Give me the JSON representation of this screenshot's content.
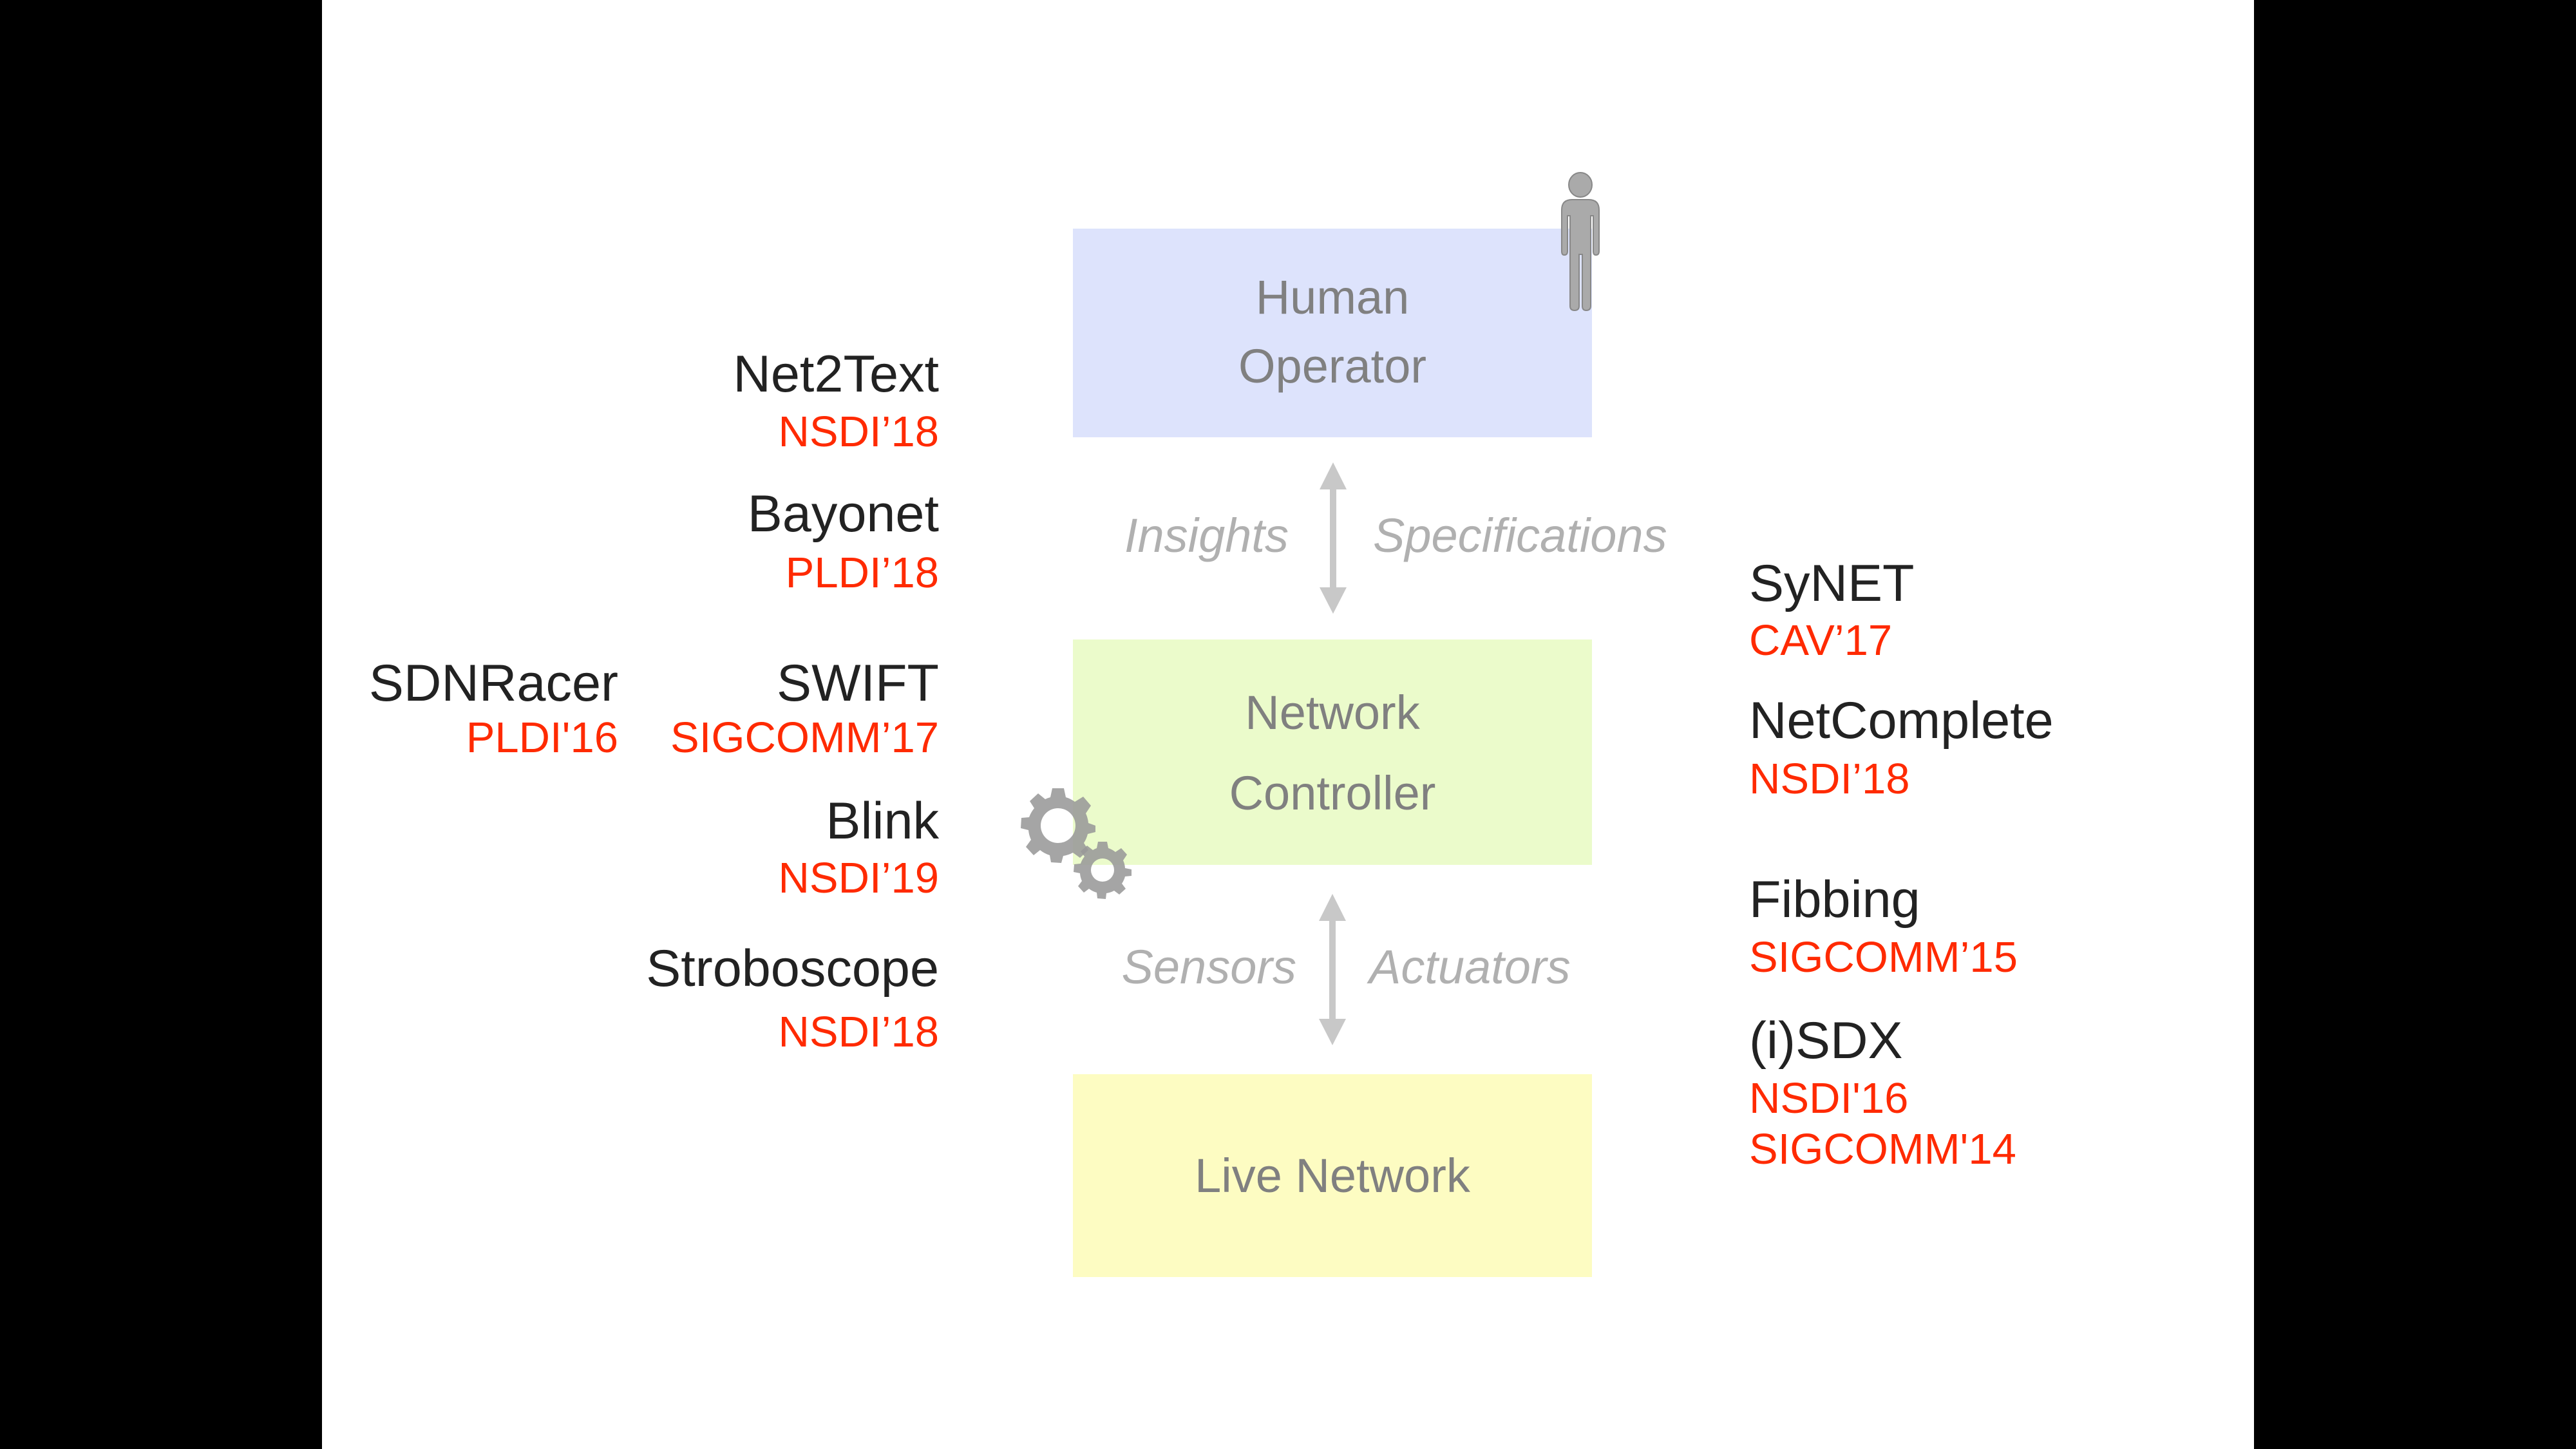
{
  "colors": {
    "human_box": "#DDE3FC",
    "controller_box": "#EBFBCB",
    "network_box": "#FDFCC2",
    "venue_red": "#FF2A00",
    "arrow_gray": "#C8C8C8",
    "icon_gray": "#A6A6A6"
  },
  "boxes": {
    "human": {
      "lines": [
        "Human",
        "Operator"
      ]
    },
    "controller": {
      "lines": [
        "Network",
        "Controller"
      ]
    },
    "network": {
      "lines": [
        "Live Network"
      ]
    }
  },
  "arrows": {
    "upper": {
      "left_label": "Insights",
      "right_label": "Specifications"
    },
    "lower": {
      "left_label": "Sensors",
      "right_label": "Actuators"
    }
  },
  "icons": {
    "operator": "person-icon",
    "controller": "gears-icon"
  },
  "left_projects": [
    {
      "name": "Net2Text",
      "venues": [
        "NSDI’18"
      ]
    },
    {
      "name": "Bayonet",
      "venues": [
        "PLDI’18"
      ]
    },
    {
      "name": "SWIFT",
      "venues": [
        "SIGCOMM’17"
      ]
    },
    {
      "name": "SDNRacer",
      "venues": [
        "PLDI'16"
      ]
    },
    {
      "name": "Blink",
      "venues": [
        "NSDI’19"
      ]
    },
    {
      "name": "Stroboscope",
      "venues": [
        "NSDI’18"
      ]
    }
  ],
  "right_projects": [
    {
      "name": "SyNET",
      "venues": [
        "CAV’17"
      ]
    },
    {
      "name": "NetComplete",
      "venues": [
        "NSDI’18"
      ]
    },
    {
      "name": "Fibbing",
      "venues": [
        "SIGCOMM’15"
      ]
    },
    {
      "name": "(i)SDX",
      "venues": [
        "NSDI'16",
        "SIGCOMM'14"
      ]
    }
  ]
}
